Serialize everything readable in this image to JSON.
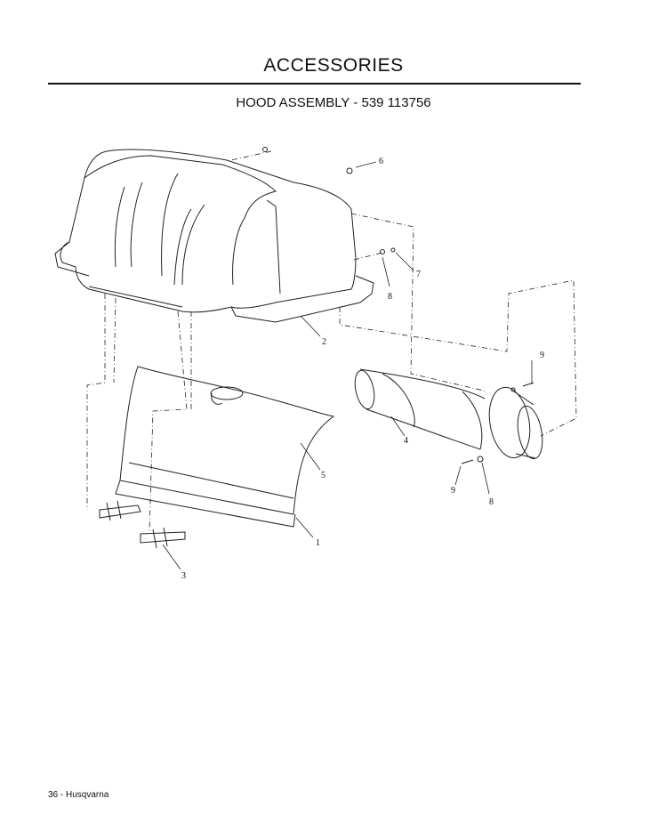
{
  "page": {
    "heading": "ACCESSORIES",
    "subheading": "HOOD ASSEMBLY - 539 113756",
    "footer": "36 - Husqvarna"
  },
  "callouts": [
    "1",
    "2",
    "3",
    "4",
    "5",
    "6",
    "7",
    "8",
    "8",
    "9",
    "9"
  ]
}
